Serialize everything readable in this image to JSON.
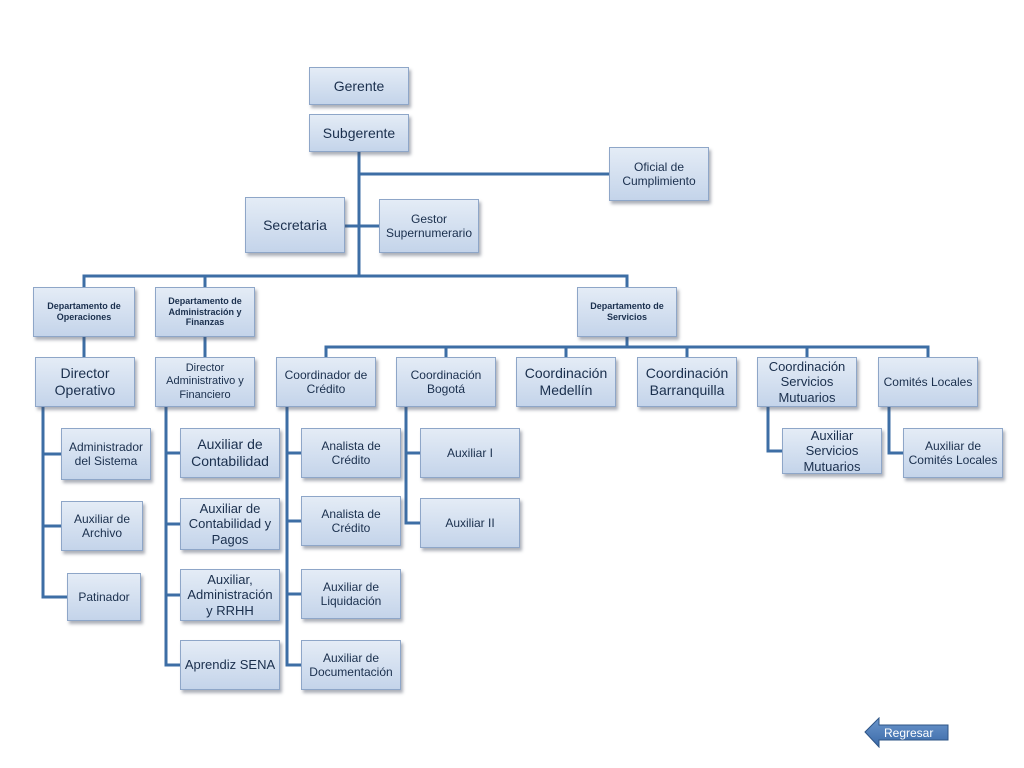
{
  "org": {
    "gerente": "Gerente",
    "subgerente": "Subgerente",
    "oficial_cumplimiento": "Oficial de Cumplimiento",
    "secretaria": "Secretaria",
    "gestor": "Gestor Supernumerario",
    "departments": {
      "operaciones": "Departamento  de Operaciones",
      "administracion": "Departamento de Administración y Finanzas",
      "servicios": "Departamento de Servicios"
    },
    "operaciones": {
      "director": "Director Operativo",
      "staff": [
        "Administrador del Sistema",
        "Auxiliar de Archivo",
        "Patinador"
      ]
    },
    "administracion": {
      "director": "Director Administrativo y Financiero",
      "staff": [
        "Auxiliar  de Contabilidad",
        "Auxiliar de Contabilidad y Pagos",
        "Auxiliar, Administración y RRHH",
        "Aprendiz SENA"
      ]
    },
    "servicios": {
      "credito": "Coordinador de Crédito",
      "credito_staff": [
        "Analista de Crédito",
        "Analista de Crédito",
        "Auxiliar de Liquidación",
        "Auxiliar de Documentación"
      ],
      "bogota": "Coordinación Bogotá",
      "bogota_staff": [
        "Auxiliar I",
        "Auxiliar II"
      ],
      "medellin": "Coordinación Medellín",
      "barranquilla": "Coordinación Barranquilla",
      "mutuarios": "Coordinación Servicios Mutuarios",
      "mutuarios_staff": [
        "Auxiliar Servicios Mutuarios"
      ],
      "comites": "Comités Locales",
      "comites_staff": [
        "Auxiliar de Comités Locales"
      ]
    }
  },
  "nav": {
    "back_label": "Regresar"
  },
  "colors": {
    "connector": "#3d6ea5",
    "box_top": "#e4ecf6",
    "box_bottom": "#c4d4ea",
    "back_button": "#4f81bd"
  }
}
